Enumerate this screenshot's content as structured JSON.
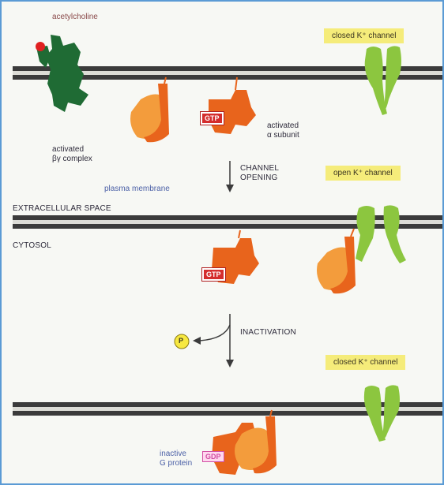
{
  "labels": {
    "acetylcholine": "acetylcholine",
    "activated_alpha_subunit_line1": "activated",
    "activated_alpha_subunit_line2": "α subunit",
    "activated_bg_line1": "activated",
    "activated_bg_line2": "βγ complex",
    "channel_opening_line1": "CHANNEL",
    "channel_opening_line2": "OPENING",
    "plasma_membrane": "plasma membrane",
    "extracellular_space": "EXTRACELLULAR SPACE",
    "cytosol": "CYTOSOL",
    "inactivation": "INACTIVATION",
    "inactive_g_protein_line1": "inactive",
    "inactive_g_protein_line2": "G protein",
    "phosphate": "P"
  },
  "channel_labels": {
    "closed_top": "closed K⁺ channel",
    "open_mid": "open K⁺ channel",
    "closed_bottom": "closed K⁺ channel"
  },
  "nucleotides": {
    "gtp_top": "GTP",
    "gtp_mid": "GTP",
    "gdp_bottom": "GDP"
  },
  "colors": {
    "membrane": "#3b3b3b",
    "receptor": "#1f6b34",
    "channel": "#8cc63f",
    "alpha_subunit": "#e8641c",
    "bg_complex": "#f39c3c",
    "label_badge": "#f5ec7a"
  }
}
